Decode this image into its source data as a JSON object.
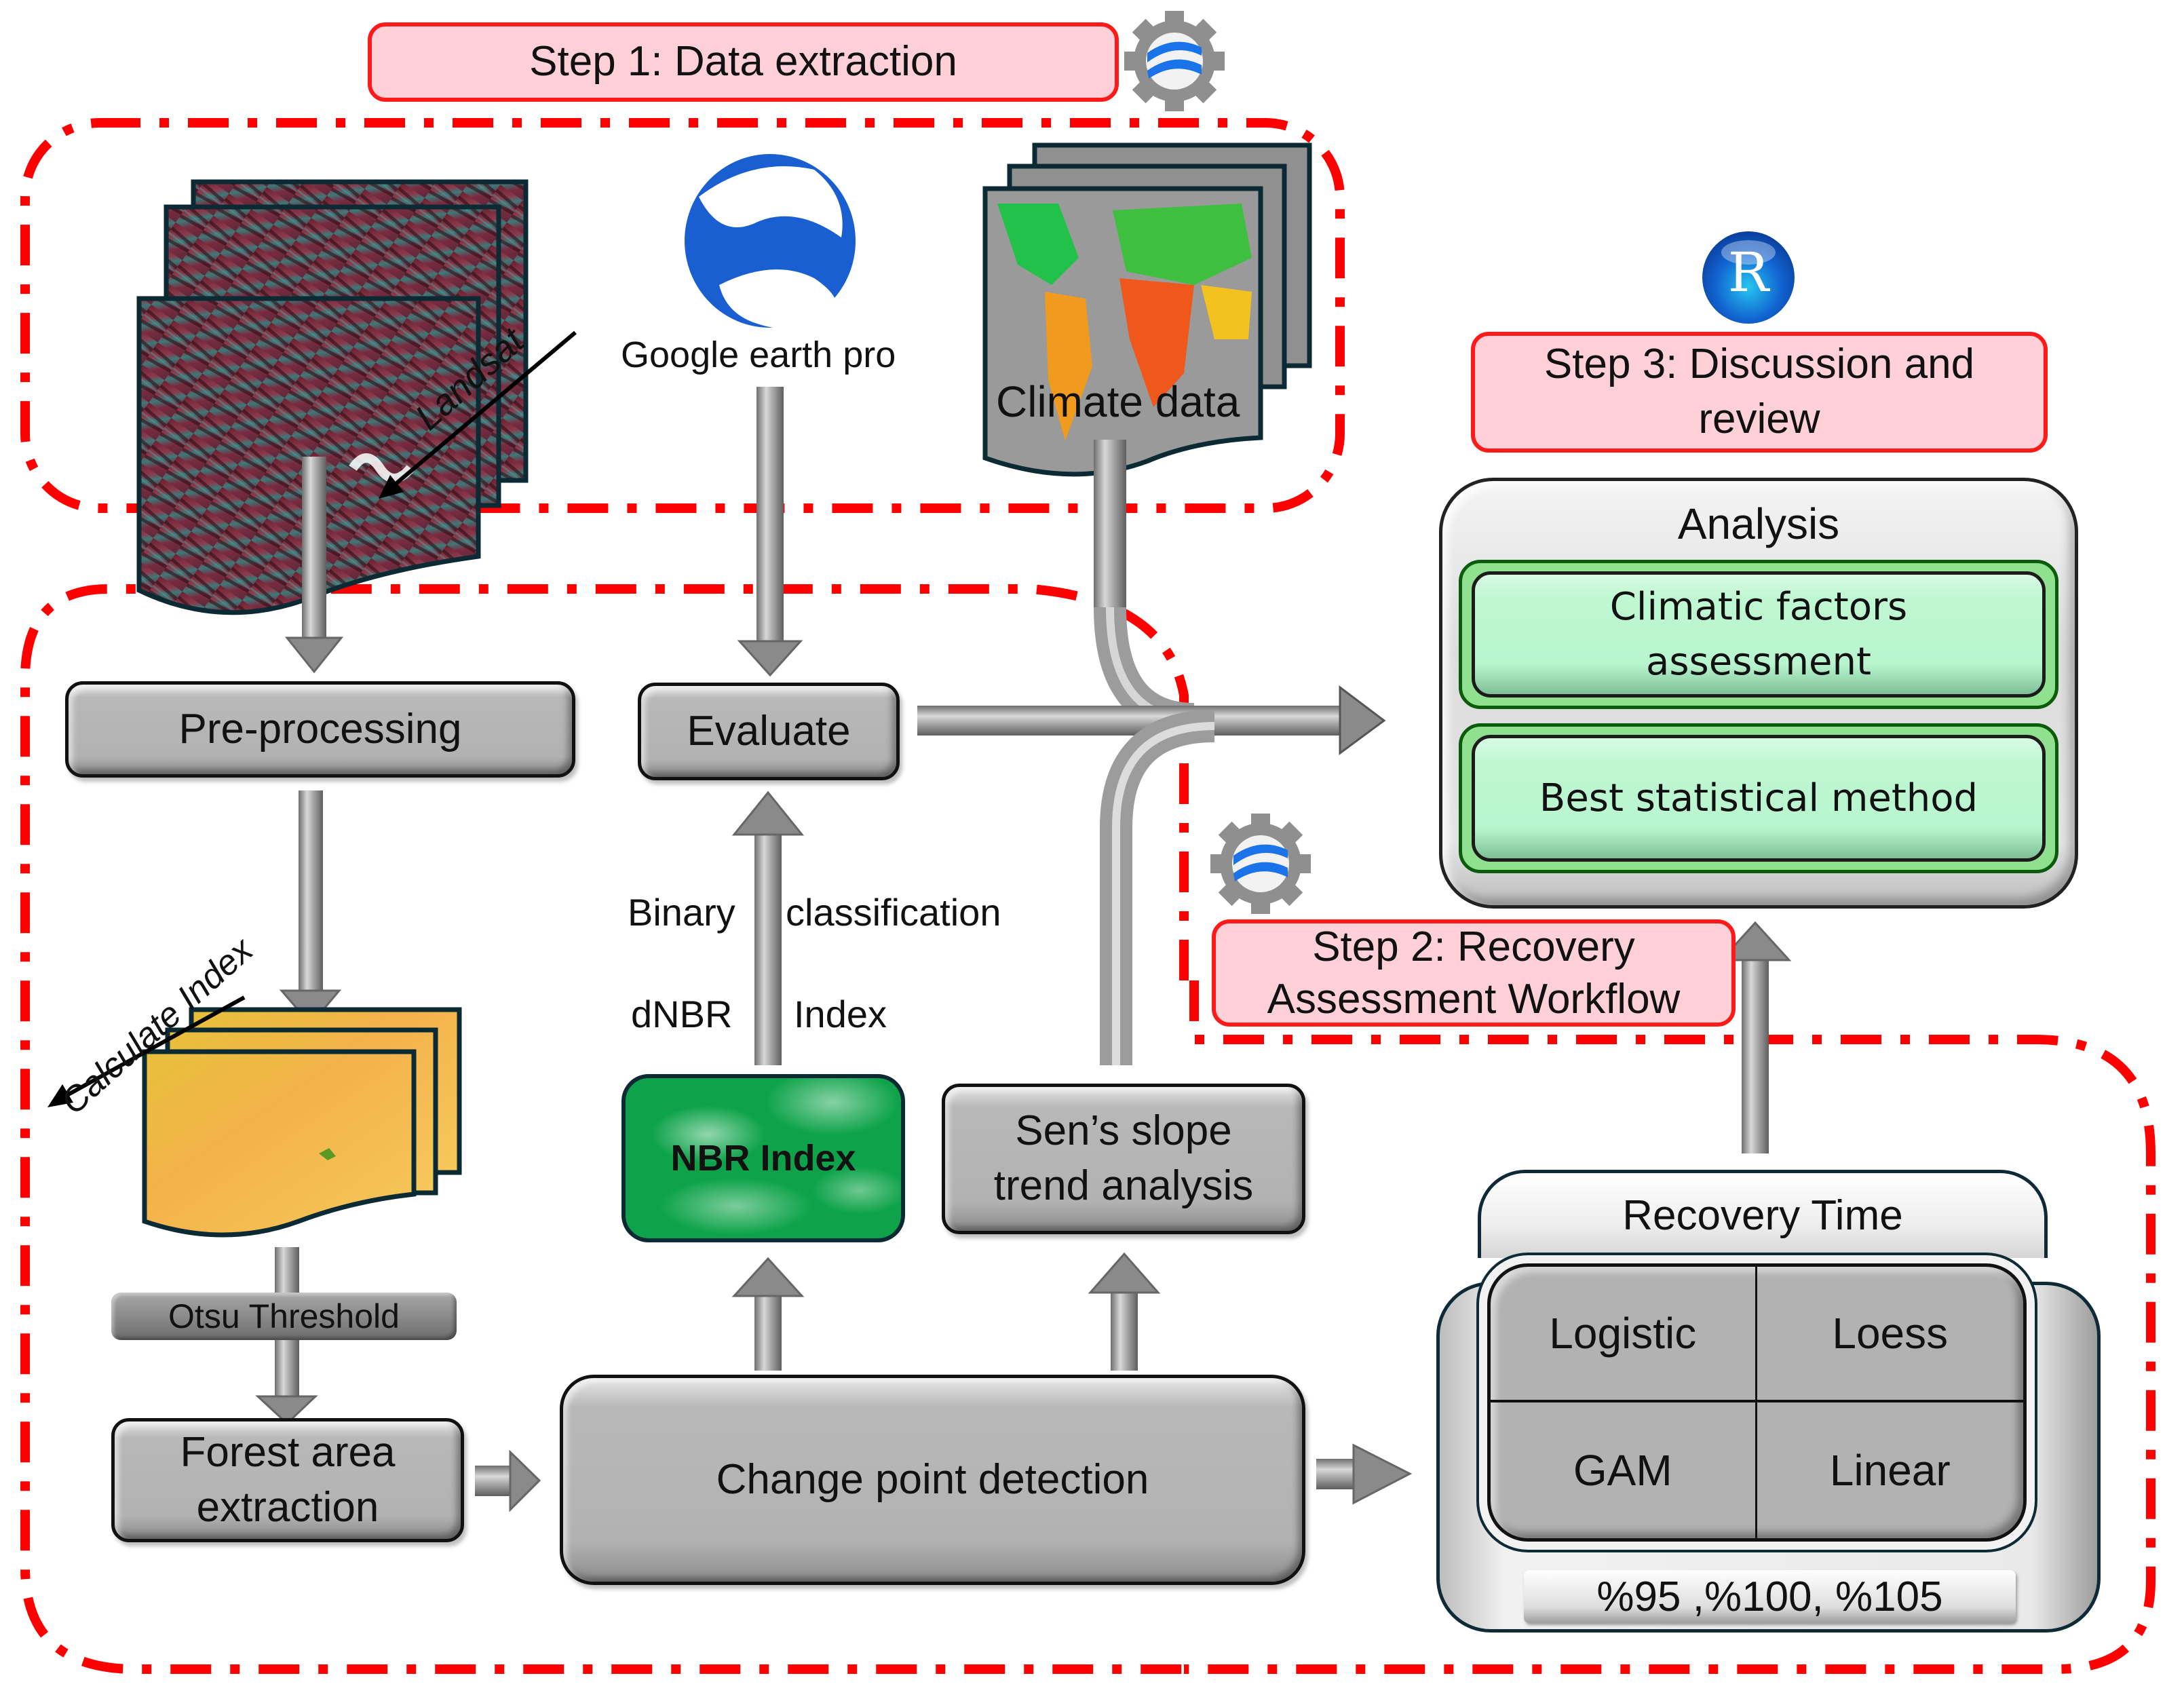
{
  "step1": {
    "label": "Step 1: Data extraction"
  },
  "step2": {
    "line1": "Step 2: Recovery",
    "line2": "Assessment Workflow"
  },
  "step3": {
    "line1": "Step 3: Discussion and",
    "line2": "review"
  },
  "sources": {
    "landsat": "Landsat",
    "google_earth": "Google earth pro",
    "climate": "Climate data"
  },
  "workflow": {
    "preprocessing": "Pre-processing",
    "evaluate": "Evaluate",
    "calculate_index": "Calculate Index",
    "otsu": "Otsu Threshold",
    "forest_line1": "Forest area",
    "forest_line2": "extraction",
    "change_point": "Change point detection",
    "nbr_index": "NBR Index",
    "sens_line1": "Sen’s slope",
    "sens_line2": "trend analysis",
    "binary": "Binary",
    "classification": "classification",
    "dnbr": "dNBR",
    "index": "Index"
  },
  "analysis": {
    "title": "Analysis",
    "climatic_line1": "Climatic factors",
    "climatic_line2": "assessment",
    "best_method": "Best statistical method"
  },
  "recovery": {
    "title": "Recovery Time",
    "methods": [
      "Logistic",
      "Loess",
      "GAM",
      "Linear"
    ],
    "thresholds": "%95 ,%100, %105"
  },
  "icons": {
    "gee": "google-earth-engine-gear-icon",
    "r": "R",
    "google_earth": "google-earth-logo"
  },
  "colors": {
    "dash_red": "#ff0000",
    "step_fill": "#ffd0d8",
    "green_box": "#b8f5cf",
    "gray_box": "#b2b2b2"
  }
}
